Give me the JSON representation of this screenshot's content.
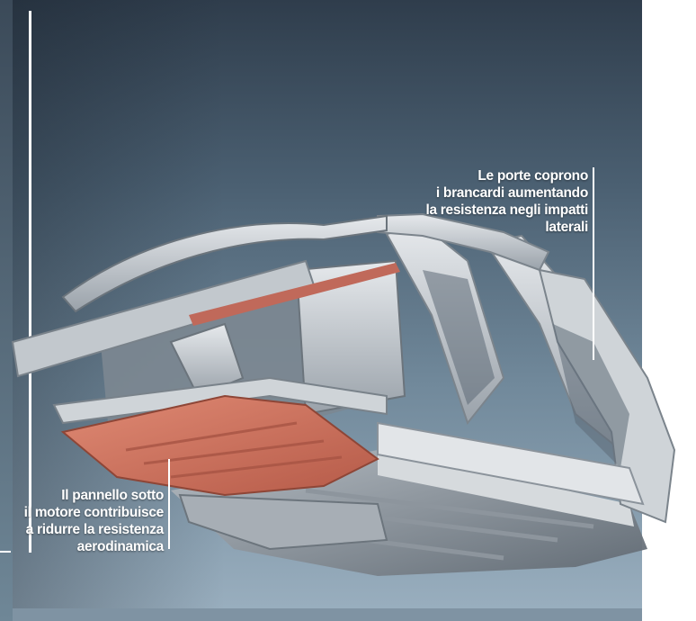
{
  "image": {
    "subject": "car-body-frame-illustration",
    "colors": {
      "background_top": "#2f3d4c",
      "background_bottom": "#9bb0c0",
      "frame_metal": "#c9ced3",
      "frame_shadow": "#6d7680",
      "underbody_panel": "#c8705c",
      "text": "#ffffff"
    }
  },
  "callouts": {
    "doors": {
      "lines": [
        "Le porte coprono",
        "i brancardi aumentando",
        "la resistenza negli impatti",
        "laterali"
      ]
    },
    "underbody_panel": {
      "lines": [
        "Il pannello sotto",
        "il motore contribuisce",
        "a ridurre la resistenza",
        "aerodinamica"
      ]
    }
  }
}
